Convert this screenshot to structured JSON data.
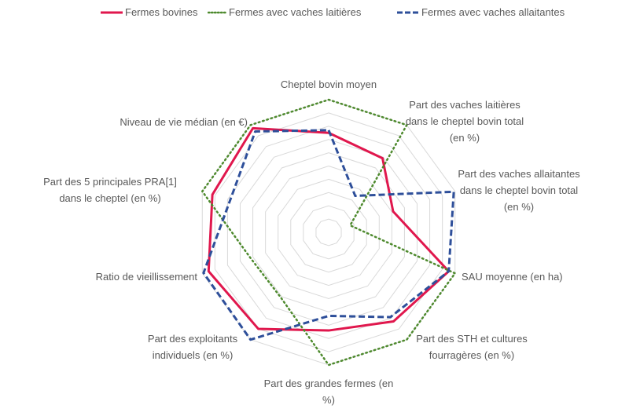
{
  "legend": {
    "items": [
      {
        "label": "Fermes bovines",
        "style": "solid",
        "color": "#E0174D"
      },
      {
        "label": "Fermes avec vaches laitières",
        "style": "dotted",
        "color": "#4E8A2E"
      },
      {
        "label": "Fermes avec vaches allaitantes",
        "style": "dashed",
        "color": "#2E4F9A"
      }
    ]
  },
  "chart_data": {
    "type": "radar",
    "title": "",
    "axes": [
      "Cheptel bovin moyen",
      "Part des vaches laitières dans le cheptel bovin total (en %)",
      "Part des vaches allaitantes dans le cheptel bovin total (en %)",
      "SAU moyenne (en ha)",
      "Part des STH et cultures fourragères (en %)",
      "Part des grandes fermes (en %)",
      "Part des exploitants individuels (en %)",
      "Ratio de vieillissement",
      "Part des 5 principales PRA[1] dans le cheptel (en %)",
      "Niveau de vie médian (en €)"
    ],
    "axis_label_lines": [
      [
        "Cheptel bovin moyen"
      ],
      [
        "Part des vaches laitières",
        "dans le cheptel bovin total",
        "(en %)"
      ],
      [
        "Part des vaches allaitantes",
        "dans le cheptel bovin total",
        "(en %)"
      ],
      [
        "SAU moyenne (en ha)"
      ],
      [
        "Part des STH et cultures",
        "fourragères (en %)"
      ],
      [
        "Part des grandes fermes (en",
        "%)"
      ],
      [
        "Part des exploitants",
        "individuels (en %)"
      ],
      [
        "Ratio de vieillissement"
      ],
      [
        "Part des 5 principales PRA[1]",
        "dans le cheptel (en %)"
      ],
      [
        "Niveau de vie médian (en €)"
      ]
    ],
    "series": [
      {
        "name": "Fermes bovines",
        "values": [
          7.5,
          6.9,
          5.1,
          9.5,
          8.3,
          7.4,
          9.0,
          9.5,
          9.2,
          9.7
        ]
      },
      {
        "name": "Fermes avec vaches laitières",
        "values": [
          10,
          10,
          1.7,
          10,
          10,
          10,
          6.1,
          6.2,
          10,
          10
        ]
      },
      {
        "name": "Fermes avec vaches allaitantes",
        "values": [
          7.7,
          3.4,
          9.9,
          9.5,
          7.9,
          6.3,
          10,
          9.9,
          7.8,
          9.4
        ]
      }
    ],
    "rmax": 10,
    "grid_rings": 10,
    "grid": true,
    "legend_position": "top",
    "tick_labels_visible": false
  }
}
